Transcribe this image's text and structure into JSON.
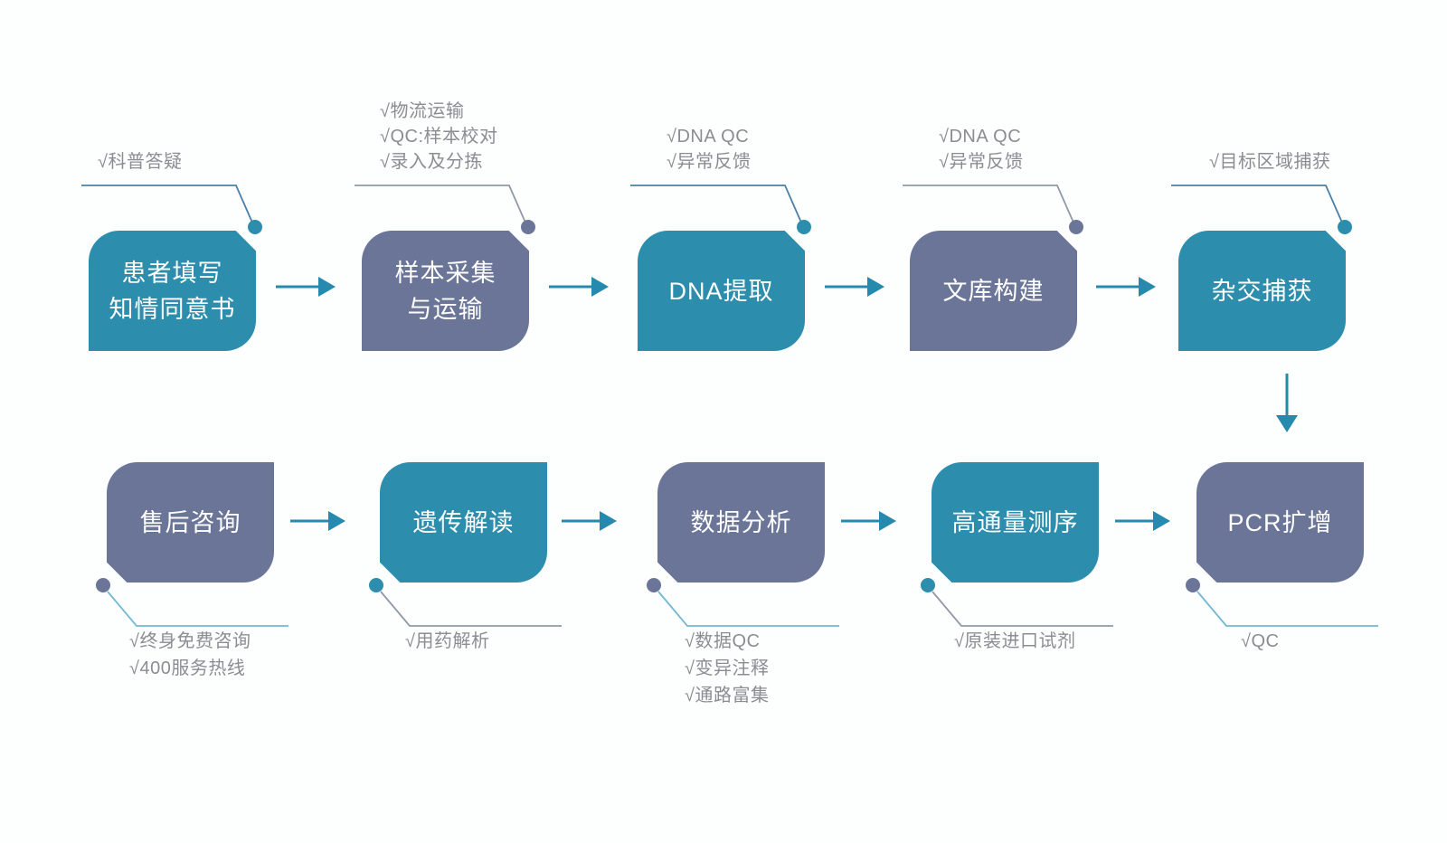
{
  "type": "flowchart",
  "colors": {
    "bg": "#fdfefe",
    "teal": "#2c8dac",
    "slate": "#6a7598",
    "arrow": "#2689ae",
    "note_text": "#8a8e93",
    "line_blue": "#4a80a8",
    "line_gray": "#9199a6",
    "line_cyan": "#72b8d4"
  },
  "flow": {
    "top": [
      {
        "label": "患者填写\n知情同意书",
        "notes": [
          "√科普答疑"
        ]
      },
      {
        "label": "样本采集\n与运输",
        "notes": [
          "√物流运输",
          "√QC:样本校对",
          "√录入及分拣"
        ]
      },
      {
        "label": "DNA提取",
        "notes": [
          "√DNA QC",
          "√异常反馈"
        ]
      },
      {
        "label": "文库构建",
        "notes": [
          "√DNA QC",
          "√异常反馈"
        ]
      },
      {
        "label": "杂交捕获",
        "notes": [
          "√目标区域捕获"
        ]
      }
    ],
    "bottom": [
      {
        "label": "售后咨询",
        "notes": [
          "√终身免费咨询",
          "√400服务热线"
        ]
      },
      {
        "label": "遗传解读",
        "notes": [
          "√用药解析"
        ]
      },
      {
        "label": "数据分析",
        "notes": [
          "√数据QC",
          "√变异注释",
          "√通路富集"
        ]
      },
      {
        "label": "高通量测序",
        "notes": [
          "√原装进口试剂"
        ]
      },
      {
        "label": "PCR扩增",
        "notes": [
          "√QC"
        ]
      }
    ]
  }
}
